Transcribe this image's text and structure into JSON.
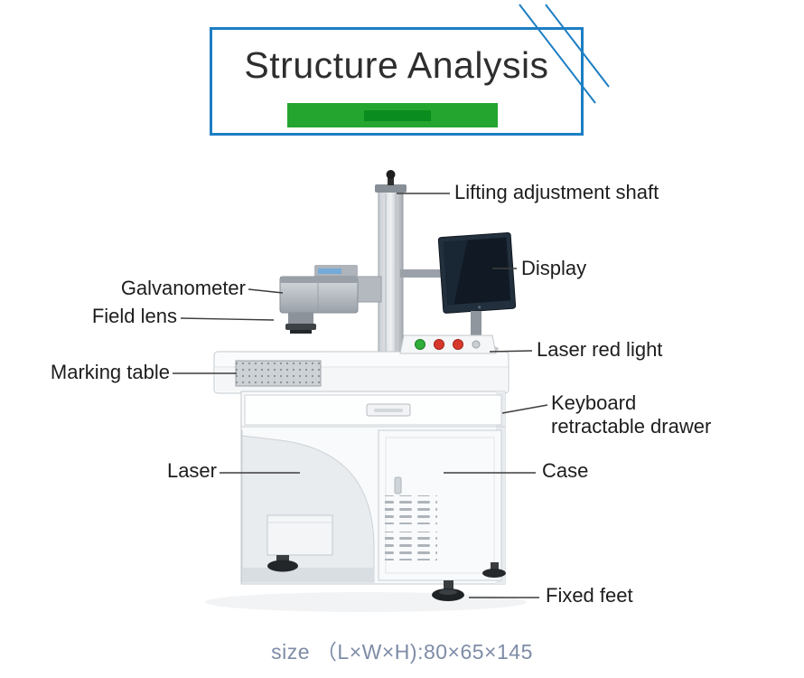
{
  "header": {
    "title": "Structure Analysis"
  },
  "labels": {
    "lifting_shaft": "Lifting adjustment shaft",
    "display": "Display",
    "galvanometer": "Galvanometer",
    "field_lens": "Field lens",
    "laser_red_light": "Laser red light",
    "marking_table": "Marking table",
    "keyboard_drawer": "Keyboard retractable drawer",
    "laser": "Laser",
    "case": "Case",
    "fixed_feet": "Fixed feet"
  },
  "footer": {
    "size_text": "size （L×W×H):80×65×145"
  },
  "colors": {
    "accent_blue": "#1d7ec3",
    "green_bar": "#24a52f",
    "green_bar_inner": "#0a8c1e",
    "leader_line": "#3d3d3d",
    "label_text": "#1d1d1d",
    "size_text": "#7e8ca6"
  }
}
